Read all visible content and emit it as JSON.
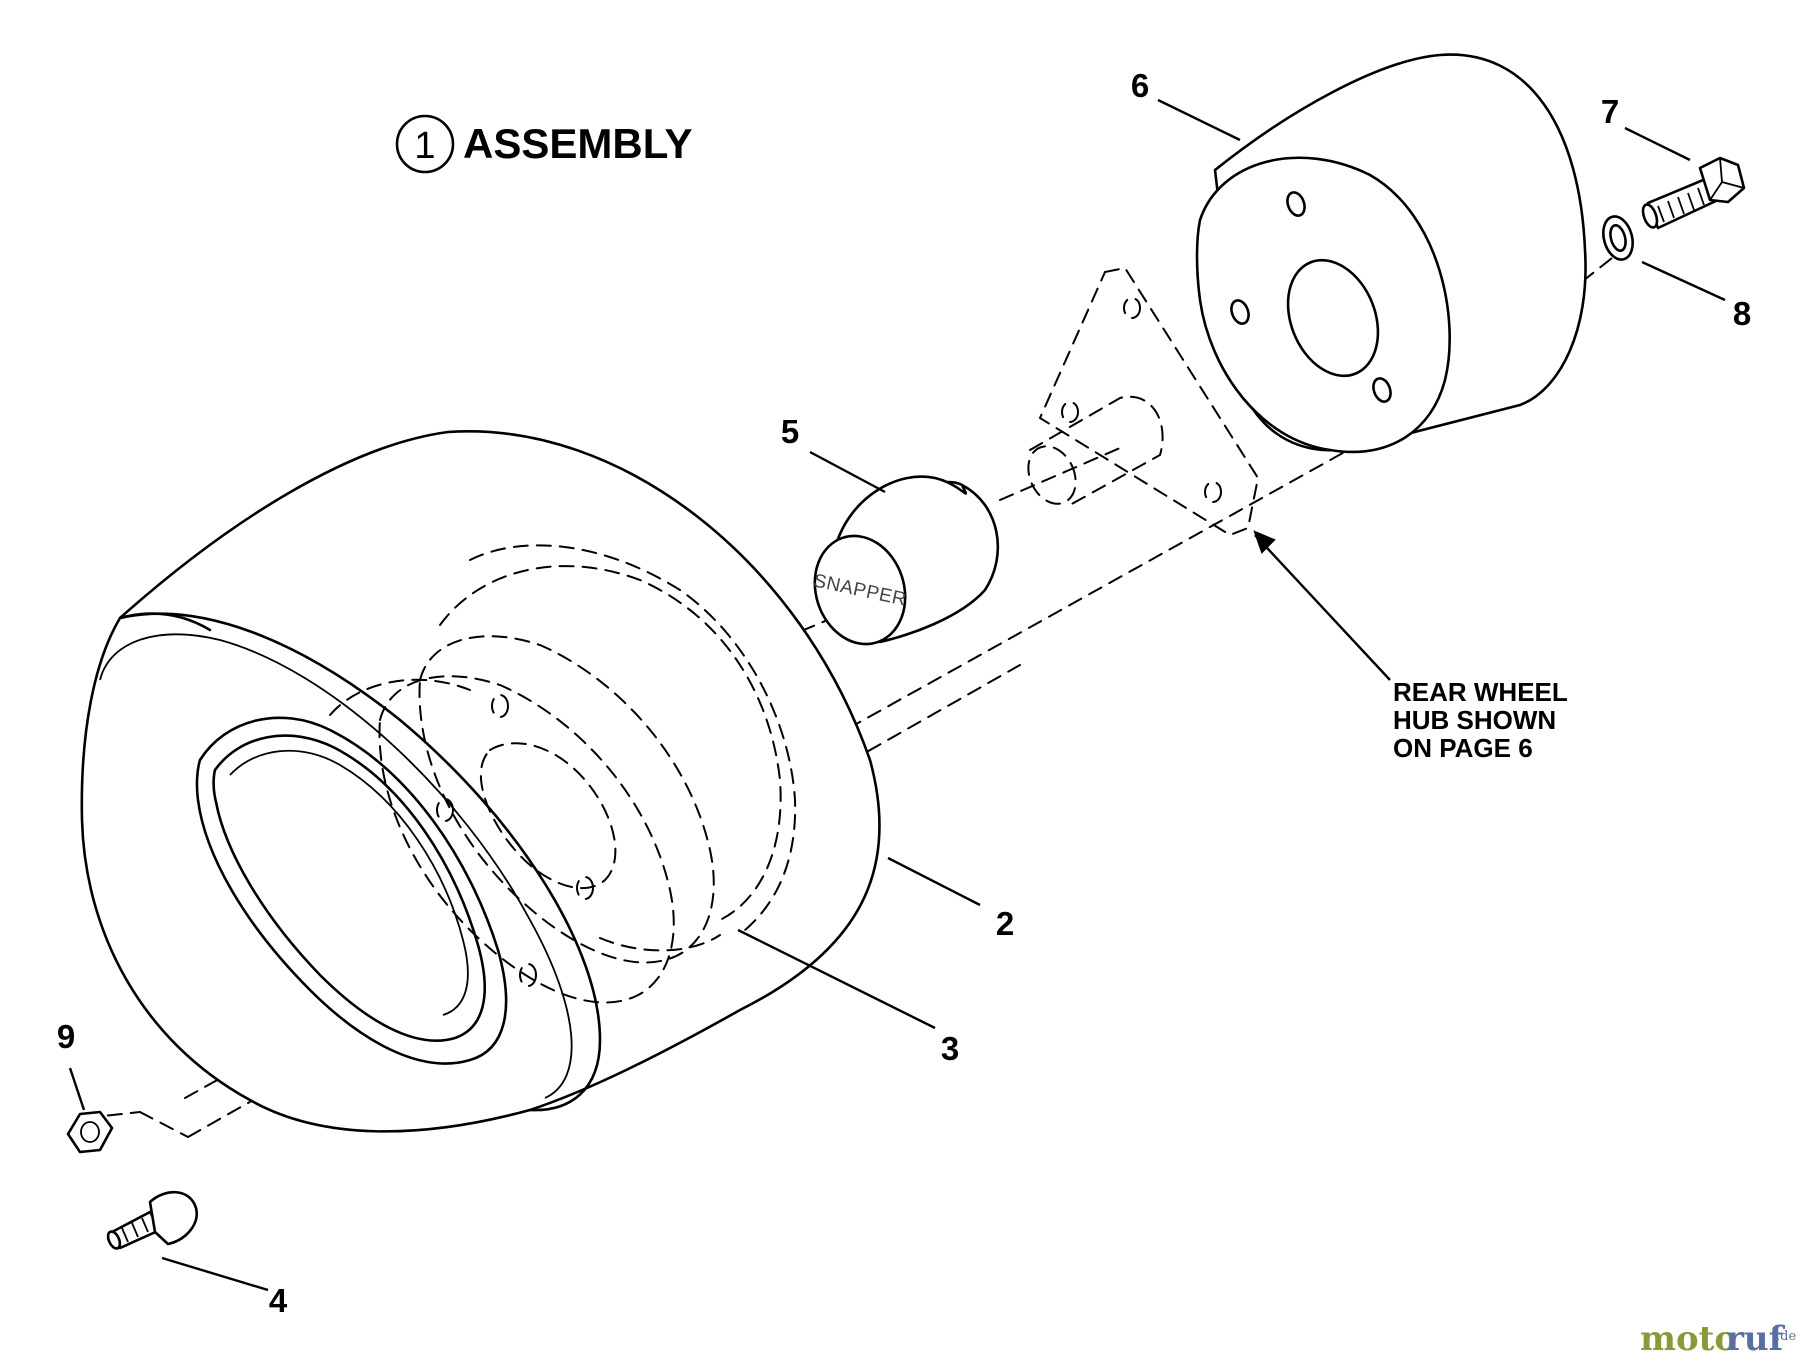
{
  "title": {
    "number": "1",
    "text": "ASSEMBLY"
  },
  "callouts": [
    "2",
    "3",
    "4",
    "5",
    "6",
    "7",
    "8",
    "9"
  ],
  "note": {
    "line1": "REAR WHEEL",
    "line2": "HUB SHOWN",
    "line3": "ON PAGE 6"
  },
  "hubcap_text": "SNAPPER",
  "watermark": {
    "part1": "moto",
    "part2": "ruf",
    "part3": ".de"
  }
}
